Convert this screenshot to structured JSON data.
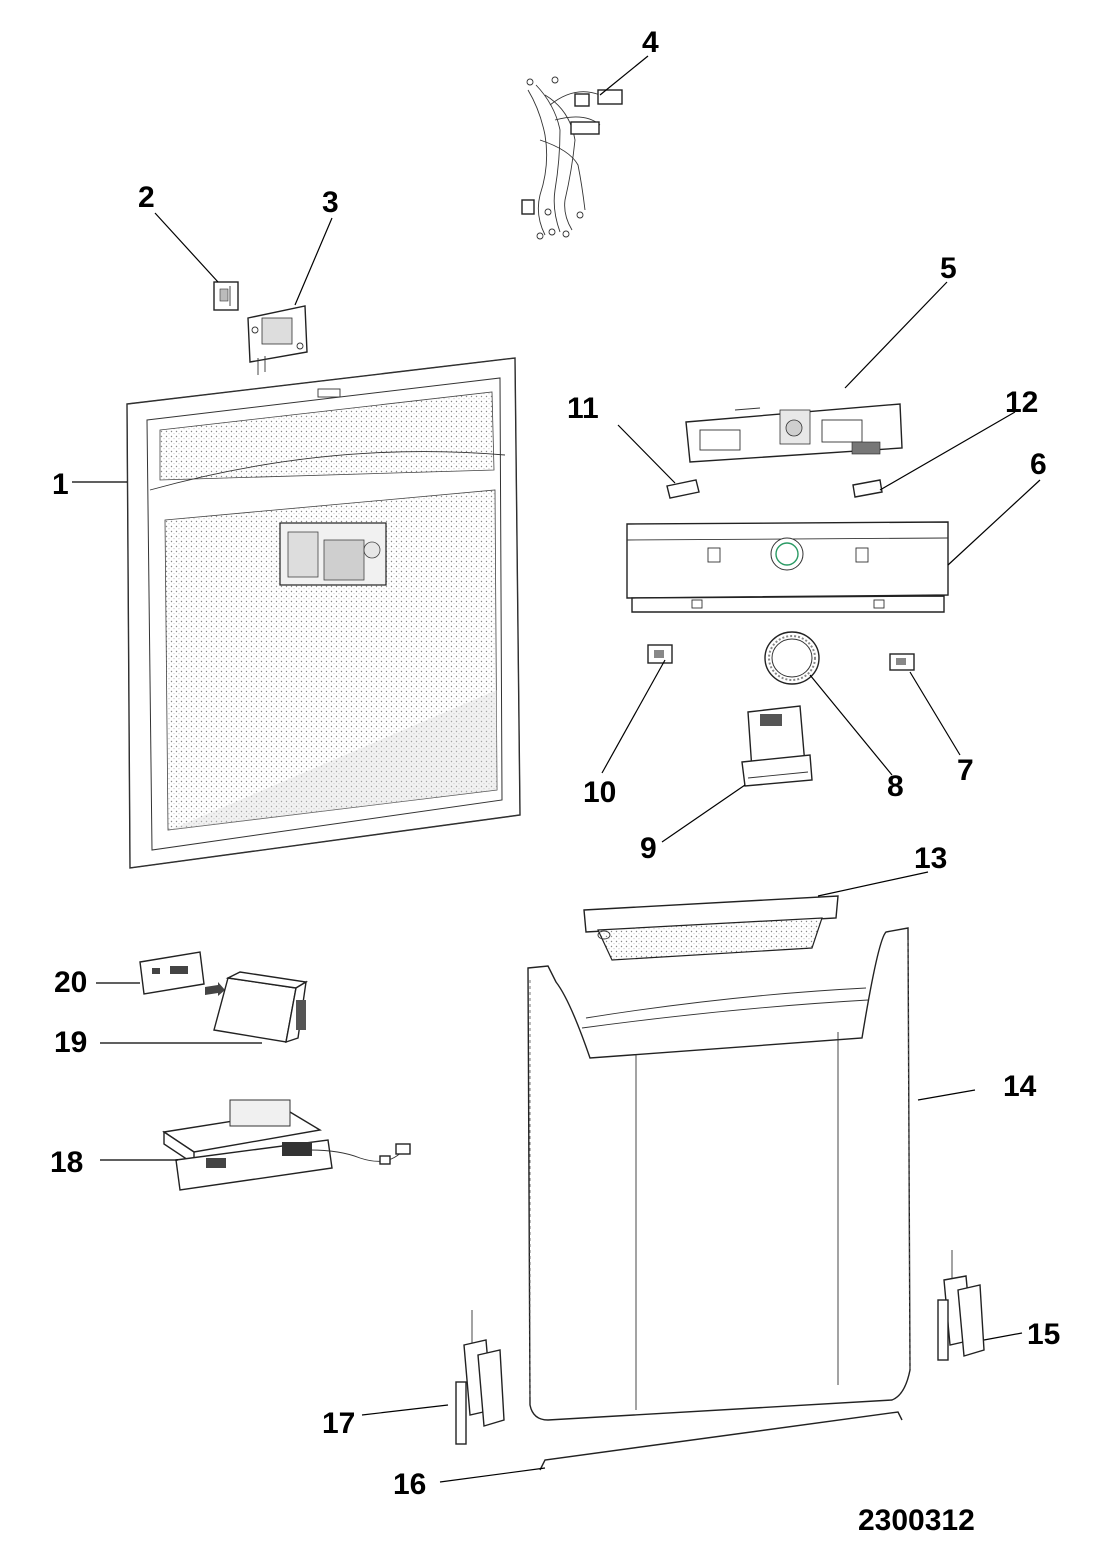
{
  "diagram": {
    "drawing_number": "2300312",
    "callouts": [
      {
        "id": "1",
        "label": "1"
      },
      {
        "id": "2",
        "label": "2"
      },
      {
        "id": "3",
        "label": "3"
      },
      {
        "id": "4",
        "label": "4"
      },
      {
        "id": "5",
        "label": "5"
      },
      {
        "id": "6",
        "label": "6"
      },
      {
        "id": "7",
        "label": "7"
      },
      {
        "id": "8",
        "label": "8"
      },
      {
        "id": "9",
        "label": "9"
      },
      {
        "id": "10",
        "label": "10"
      },
      {
        "id": "11",
        "label": "11"
      },
      {
        "id": "12",
        "label": "12"
      },
      {
        "id": "13",
        "label": "13"
      },
      {
        "id": "14",
        "label": "14"
      },
      {
        "id": "15",
        "label": "15"
      },
      {
        "id": "16",
        "label": "16"
      },
      {
        "id": "17",
        "label": "17"
      },
      {
        "id": "18",
        "label": "18"
      },
      {
        "id": "19",
        "label": "19"
      },
      {
        "id": "20",
        "label": "20"
      }
    ]
  }
}
